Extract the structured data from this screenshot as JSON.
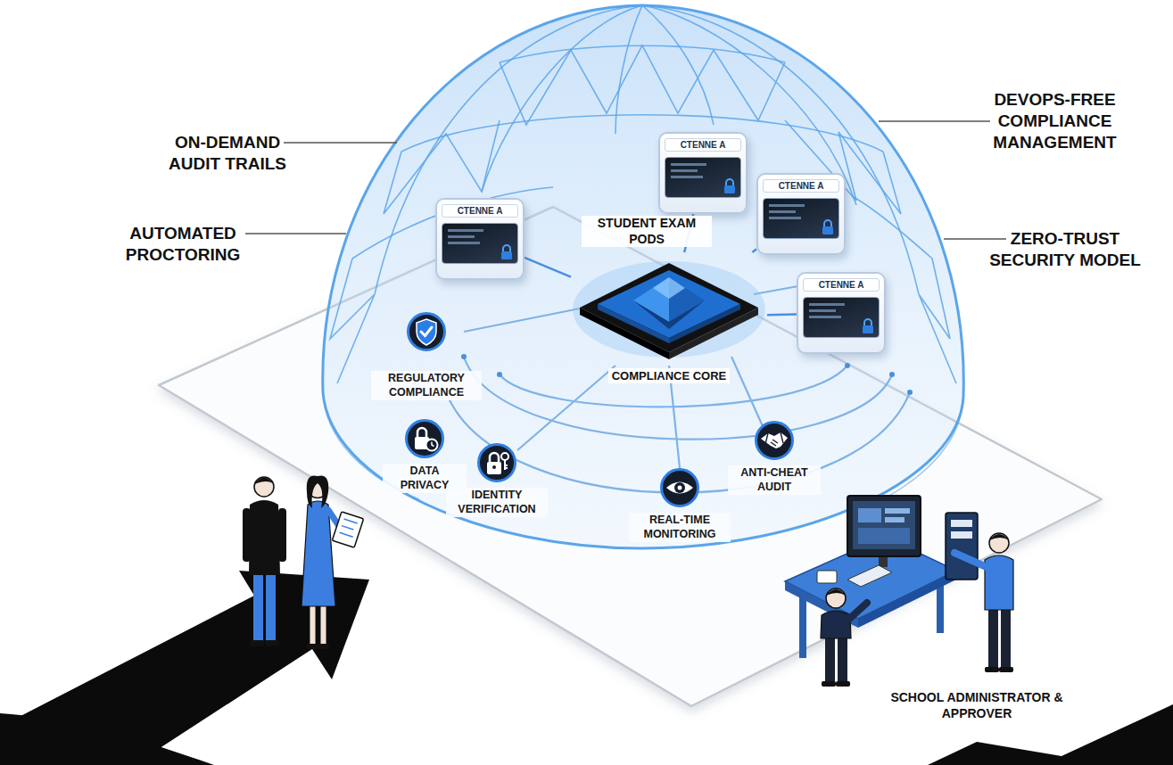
{
  "diagram": {
    "nodes": [
      {
        "text": [
          "CTENNE A"
        ]
      },
      {
        "text": [
          "CTENNE A"
        ]
      },
      {
        "text": [
          "CTENNE A"
        ]
      },
      {
        "text": [
          "CTENNE A"
        ]
      },
      {
        "text": [
          "COMPLIANCE CORE"
        ]
      },
      {
        "text": [
          "REGULATORY COMPLIANCE"
        ]
      },
      {
        "text": [
          "DATA PRIVACY"
        ]
      },
      {
        "text": [
          "IDENTITY VERIFICATION"
        ]
      },
      {
        "text": [
          "REAL-TIME MONITORING"
        ]
      },
      {
        "text": [
          "ANTI-CHEAT AUDIT"
        ]
      }
    ],
    "edges": [
      {
        "from": 4,
        "to": 0,
        "arrow": "none"
      },
      {
        "from": 4,
        "to": 1,
        "arrow": "none"
      },
      {
        "from": 4,
        "to": 2,
        "arrow": "none"
      },
      {
        "from": 4,
        "to": 3,
        "arrow": "none"
      }
    ],
    "labels": [
      "ON-DEMAND AUDIT TRAILS",
      "AUTOMATED PROCTORING",
      "DEVOPS-FREE COMPLIANCE MANAGEMENT",
      "ZERO-TRUST SECURITY MODEL",
      "STUDENT EXAM PODS",
      "SCHOOL ADMINISTRATOR & APPROVER"
    ]
  }
}
